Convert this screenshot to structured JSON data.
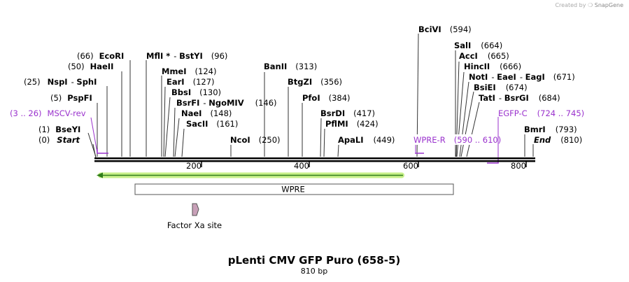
{
  "credit": {
    "prefix": "Created by",
    "brand": "SnapGene"
  },
  "plasmid": {
    "name": "pLenti CMV GFP Puro (658-5)",
    "length": "810 bp"
  },
  "scale": {
    "ticks": [
      "200",
      "400",
      "600",
      "800"
    ]
  },
  "sites": [
    {
      "pos": "(0)",
      "name": "Start",
      "italic": true
    },
    {
      "pos": "(1)",
      "name": "BseYI"
    },
    {
      "pos": "(5)",
      "name": "PspFI"
    },
    {
      "pos": "(25)",
      "name": "NspI",
      "extra": "SphI"
    },
    {
      "pos": "(50)",
      "name": "HaeII"
    },
    {
      "pos": "(66)",
      "name": "EcoRI"
    },
    {
      "pos": "(96)",
      "name": "MflI *",
      "extra": "BstYI"
    },
    {
      "pos": "(124)",
      "name": "MmeI"
    },
    {
      "pos": "(127)",
      "name": "EarI"
    },
    {
      "pos": "(130)",
      "name": "BbsI"
    },
    {
      "pos": "(146)",
      "name": "BsrFI",
      "extra": "NgoMIV"
    },
    {
      "pos": "(148)",
      "name": "NaeI"
    },
    {
      "pos": "(161)",
      "name": "SacII"
    },
    {
      "pos": "(250)",
      "name": "NcoI"
    },
    {
      "pos": "(313)",
      "name": "BanII"
    },
    {
      "pos": "(356)",
      "name": "BtgZI"
    },
    {
      "pos": "(384)",
      "name": "PfoI"
    },
    {
      "pos": "(417)",
      "name": "BsrDI"
    },
    {
      "pos": "(424)",
      "name": "PflMI"
    },
    {
      "pos": "(449)",
      "name": "ApaLI"
    },
    {
      "pos": "(594)",
      "name": "BciVI"
    },
    {
      "pos": "(664)",
      "name": "SalI"
    },
    {
      "pos": "(665)",
      "name": "AccI"
    },
    {
      "pos": "(666)",
      "name": "HincII"
    },
    {
      "pos": "(671)",
      "name": "NotI",
      "extra": "EaeI",
      "extra2": "EagI"
    },
    {
      "pos": "(674)",
      "name": "BsiEI"
    },
    {
      "pos": "(684)",
      "name": "TatI",
      "extra": "BsrGI"
    },
    {
      "pos": "(793)",
      "name": "BmrI"
    },
    {
      "pos": "(810)",
      "name": "End",
      "italic": true
    }
  ],
  "primers": [
    {
      "name": "MSCV-rev",
      "range": "(3 .. 26)"
    },
    {
      "name": "WPRE-R",
      "range": "(590 .. 610)"
    },
    {
      "name": "EGFP-C",
      "range": "(724 .. 745)"
    }
  ],
  "features": [
    {
      "name": "WPRE"
    },
    {
      "name": "Factor Xa site"
    }
  ],
  "colors": {
    "primer": "#9a32cd",
    "orf_line": "#2e7d1a",
    "orf_glow": "#c8f08a",
    "feature_fill": "#ffffff",
    "factor_xa_fill": "#c8a0b8",
    "backbone": "#000000",
    "site_line": "#333333"
  }
}
